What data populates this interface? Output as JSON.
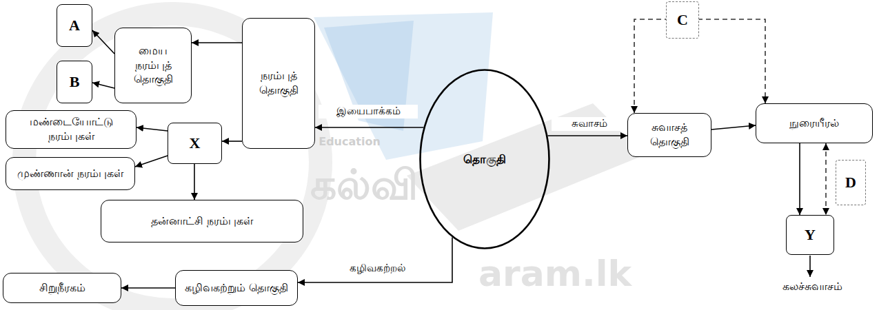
{
  "diagram": {
    "nodes": [
      {
        "text": [
          "A"
        ]
      },
      {
        "text": [
          "மைய நரம்புத் தொகுதி"
        ]
      },
      {
        "text": [
          "நரம்புத் தொகுதி"
        ]
      },
      {
        "text": [
          "B"
        ]
      },
      {
        "text": [
          "மண்டையோட்டு நரம்புகள்"
        ]
      },
      {
        "text": [
          "X"
        ]
      },
      {
        "text": [
          "முண்ணான் நரம்புகள்"
        ]
      },
      {
        "text": [
          "தன்னாட்சி நரம்புகள்"
        ]
      },
      {
        "text": [
          "தொகுதி"
        ]
      },
      {
        "text": [
          "C"
        ]
      },
      {
        "text": [
          "சுவாசத் தொகுதி"
        ]
      },
      {
        "text": [
          "நுரையீரல்"
        ]
      },
      {
        "text": [
          "D"
        ]
      },
      {
        "text": [
          "Y"
        ]
      },
      {
        "text": [
          "கழிவகற்றும் தொகுதி"
        ]
      },
      {
        "text": [
          "சிறுநீரகம்"
        ]
      }
    ],
    "edges": [
      {
        "from": 8,
        "to": 2,
        "label": "இயைபாக்கம்",
        "arrow": "to"
      },
      {
        "from": 2,
        "to": 1,
        "arrow": "to"
      },
      {
        "from": 1,
        "to": 0,
        "arrow": "to"
      },
      {
        "from": 1,
        "to": 3,
        "arrow": "to"
      },
      {
        "from": 2,
        "to": 5,
        "arrow": "to"
      },
      {
        "from": 5,
        "to": 4,
        "arrow": "to"
      },
      {
        "from": 5,
        "to": 6,
        "arrow": "to"
      },
      {
        "from": 5,
        "to": 7,
        "arrow": "to"
      },
      {
        "from": 8,
        "to": 10,
        "label": "சுவாசம்",
        "arrow": "to"
      },
      {
        "from": 10,
        "to": 11,
        "arrow": "to"
      },
      {
        "from": 10,
        "to": 11,
        "arrow": "both"
      },
      {
        "from": 11,
        "to": 13,
        "arrow": "to"
      },
      {
        "from": 11,
        "to": 13,
        "arrow": "both"
      },
      {
        "from": 8,
        "to": 14,
        "label": "கழிவகற்றல்",
        "arrow": "to"
      },
      {
        "from": 14,
        "to": 15,
        "arrow": "to"
      }
    ],
    "labels": [
      "கலச்சுவாசம்",
      "கல்வி",
      "Education",
      "aram.lk"
    ]
  }
}
